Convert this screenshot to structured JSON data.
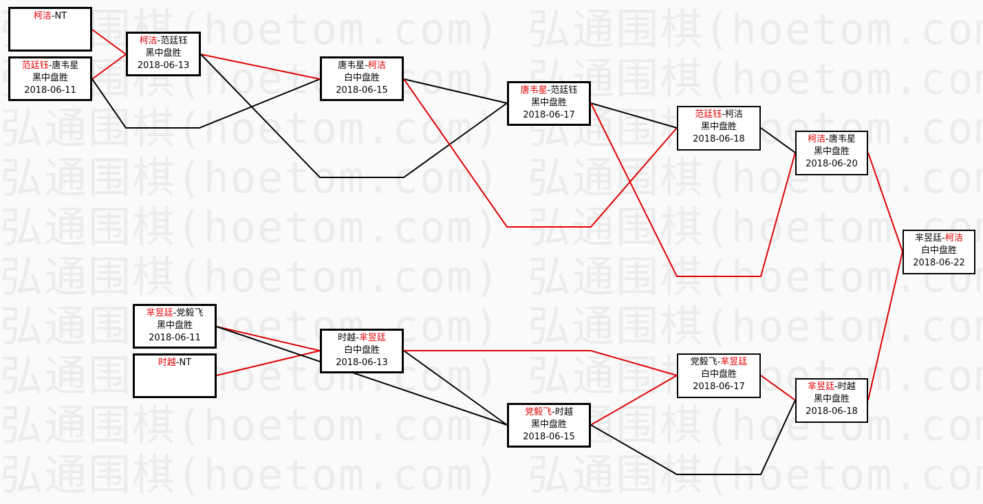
{
  "watermark": "弘通围棋(hoetom.com) 弘通围棋(hoetom.com) 弘通围棋(hoetom.com)",
  "colors": {
    "winner": "#e00000",
    "win_line": "#e00000",
    "lose_line": "#000000"
  },
  "matches": [
    {
      "p1": "柯洁",
      "sep": "-",
      "p2": "NT",
      "winner": 1,
      "result": "",
      "date": ""
    },
    {
      "p1": "范廷钰",
      "sep": "-",
      "p2": "唐韦星",
      "winner": 1,
      "result": "黑中盘胜",
      "date": "2018-06-11"
    },
    {
      "p1": "柯洁",
      "sep": "-",
      "p2": "范廷钰",
      "winner": 1,
      "result": "黑中盘胜",
      "date": "2018-06-13"
    },
    {
      "p1": "唐韦星",
      "sep": "-",
      "p2": "柯洁",
      "winner": 2,
      "result": "白中盘胜",
      "date": "2018-06-15"
    },
    {
      "p1": "唐韦星",
      "sep": "-",
      "p2": "范廷钰",
      "winner": 1,
      "result": "黑中盘胜",
      "date": "2018-06-17"
    },
    {
      "p1": "范廷钰",
      "sep": "-",
      "p2": "柯洁",
      "winner": 1,
      "result": "黑中盘胜",
      "date": "2018-06-18"
    },
    {
      "p1": "柯洁",
      "sep": "-",
      "p2": "唐韦星",
      "winner": 1,
      "result": "黑中盘胜",
      "date": "2018-06-20"
    },
    {
      "p1": "芈昱廷",
      "sep": "-",
      "p2": "柯洁",
      "winner": 2,
      "result": "白中盘胜",
      "date": "2018-06-22"
    },
    {
      "p1": "芈昱廷",
      "sep": "-",
      "p2": "党毅飞",
      "winner": 1,
      "result": "黑中盘胜",
      "date": "2018-06-11"
    },
    {
      "p1": "时越",
      "sep": "-",
      "p2": "NT",
      "winner": 1,
      "result": "",
      "date": ""
    },
    {
      "p1": "时越",
      "sep": "-",
      "p2": "芈昱廷",
      "winner": 2,
      "result": "白中盘胜",
      "date": "2018-06-13"
    },
    {
      "p1": "党毅飞",
      "sep": "-",
      "p2": "时越",
      "winner": 1,
      "result": "黑中盘胜",
      "date": "2018-06-15"
    },
    {
      "p1": "党毅飞",
      "sep": "-",
      "p2": "芈昱廷",
      "winner": 2,
      "result": "白中盘胜",
      "date": "2018-06-17"
    },
    {
      "p1": "芈昱廷",
      "sep": "-",
      "p2": "时越",
      "winner": 1,
      "result": "黑中盘胜",
      "date": "2018-06-18"
    }
  ]
}
